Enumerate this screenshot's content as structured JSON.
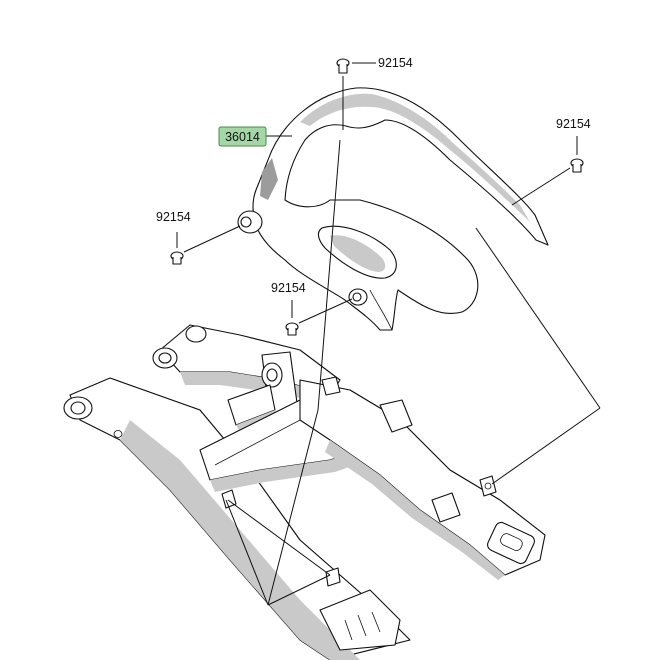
{
  "colors": {
    "highlight": "#a5d6a7",
    "highlight_border": "#4a8a4a",
    "line": "#111111",
    "shade": "#c9c9c9"
  },
  "callouts": {
    "main_part": "36014",
    "bolt_top": "92154",
    "bolt_right": "92154",
    "bolt_left": "92154",
    "bolt_middle": "92154"
  }
}
